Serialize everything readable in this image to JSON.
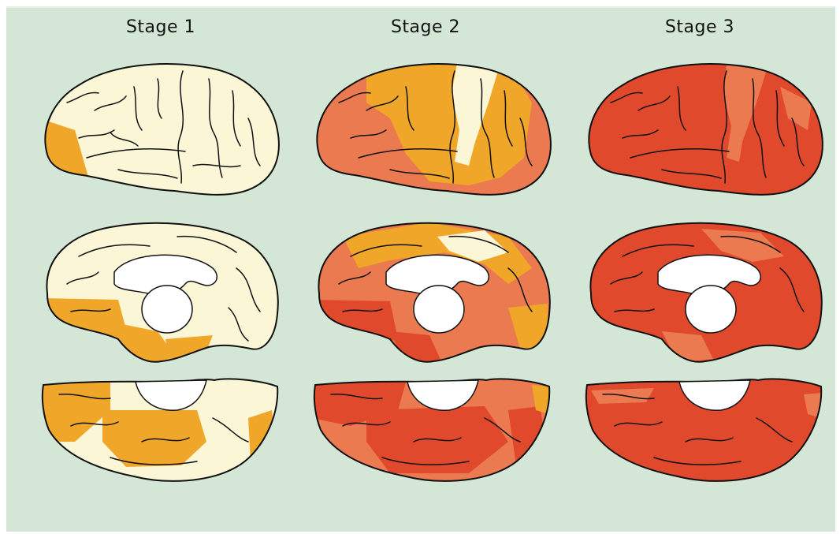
{
  "stages": [
    {
      "label": "Stage 1",
      "base": "#fbf6d6",
      "mid": "#f0a628",
      "hot": "#f0a628"
    },
    {
      "label": "Stage 2",
      "base": "#ec7a50",
      "mid": "#f0a628",
      "hot": "#e1492d",
      "light": "#fbf6d6"
    },
    {
      "label": "Stage 3",
      "base": "#e1492d",
      "mid": "#ec7a50",
      "hot": "#d83e24"
    }
  ],
  "colors": {
    "background": "#d4e7d7",
    "cream": "#fbf6d6",
    "amber": "#f0a628",
    "salmon": "#ec7a50",
    "red": "#e1492d",
    "outline": "#111111"
  }
}
